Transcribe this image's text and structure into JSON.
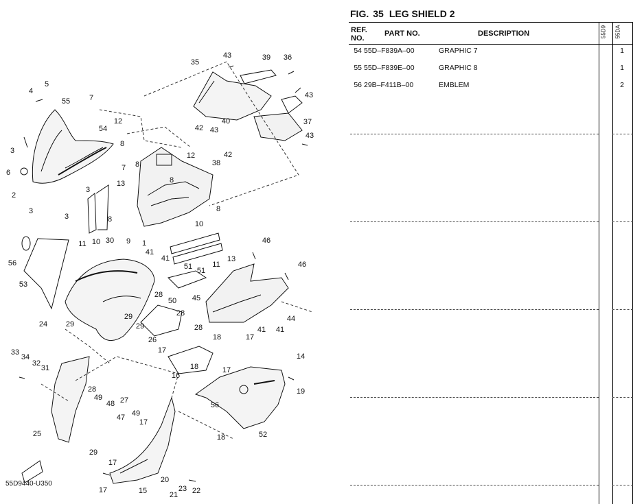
{
  "figure": {
    "label": "FIG.",
    "number": "35",
    "name": "LEG SHIELD 2",
    "diagram_code": "55D9440-U350"
  },
  "table": {
    "ref_header": "REF. NO.",
    "part_header": "PART NO.",
    "desc_header": "DESCRIPTION",
    "models": [
      "55D9",
      "55DA"
    ],
    "rows": [
      {
        "ref": "54",
        "part_no": "55D–F839A–00",
        "description": "GRAPHIC 7",
        "qty": "1"
      },
      {
        "ref": "55",
        "part_no": "55D–F839E–00",
        "description": "GRAPHIC 8",
        "qty": "1"
      },
      {
        "ref": "56",
        "part_no": "29B–F411B–00",
        "description": "EMBLEM",
        "qty": "2"
      }
    ]
  },
  "callouts": [
    "1",
    "2",
    "3",
    "3",
    "3",
    "3",
    "4",
    "5",
    "6",
    "7",
    "7",
    "8",
    "8",
    "8",
    "8",
    "8",
    "9",
    "10",
    "10",
    "11",
    "11",
    "12",
    "12",
    "13",
    "13",
    "14",
    "15",
    "16",
    "17",
    "17",
    "17",
    "17",
    "17",
    "17",
    "18",
    "18",
    "18",
    "19",
    "20",
    "21",
    "22",
    "23",
    "24",
    "25",
    "26",
    "27",
    "28",
    "28",
    "28",
    "28",
    "29",
    "29",
    "29",
    "29",
    "30",
    "31",
    "32",
    "33",
    "34",
    "35",
    "36",
    "37",
    "38",
    "39",
    "40",
    "41",
    "41",
    "41",
    "41",
    "42",
    "42",
    "43",
    "43",
    "43",
    "43",
    "44",
    "45",
    "46",
    "46",
    "47",
    "48",
    "49",
    "49",
    "50",
    "51",
    "51",
    "52",
    "53",
    "54",
    "55",
    "56",
    "56"
  ]
}
